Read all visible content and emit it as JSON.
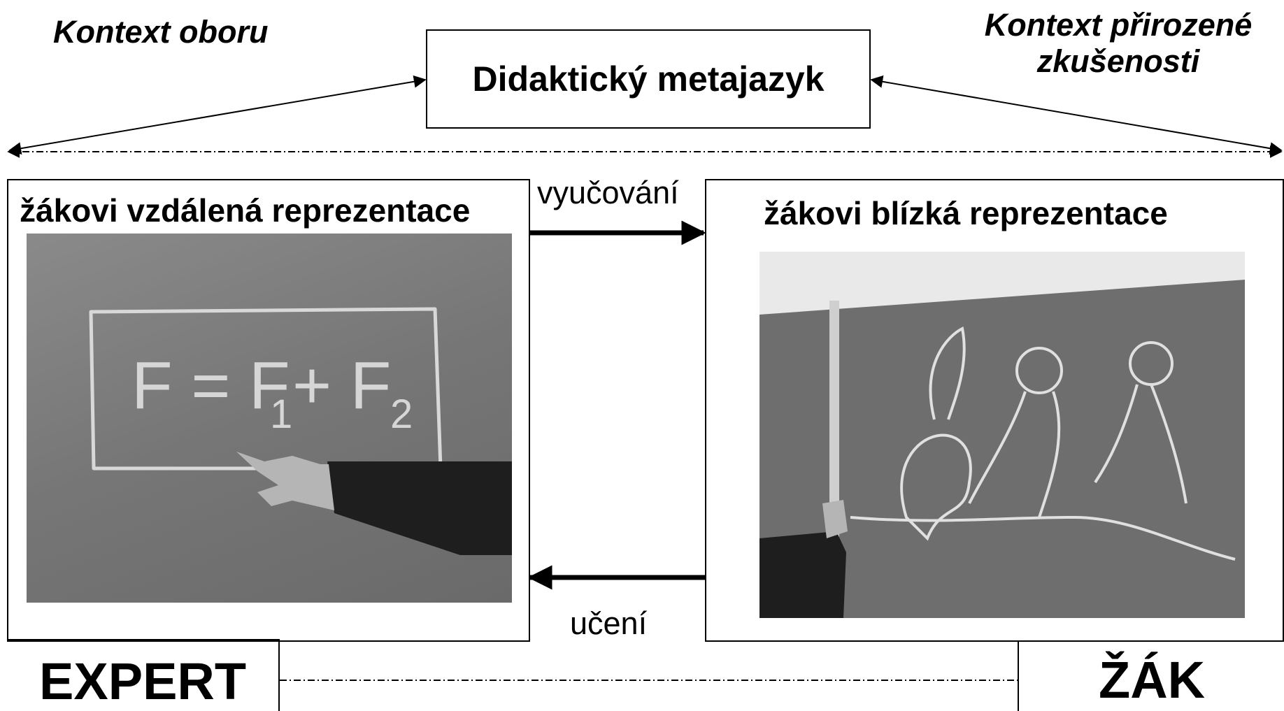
{
  "contexts": {
    "left": "Kontext oboru",
    "right_line1": "Kontext přirozené",
    "right_line2": "zkušenosti"
  },
  "center_box": {
    "label": "Didaktický metajazyk"
  },
  "left_panel": {
    "title": "žákovi vzdálená reprezentace",
    "board": {
      "formula_left": "F = F",
      "sub1": "1",
      "plus": " + F",
      "sub2": "2"
    }
  },
  "right_panel": {
    "title": "žákovi blízká reprezentace"
  },
  "flows": {
    "teaching": "vyučování",
    "learning": "učení"
  },
  "roles": {
    "expert": "EXPERT",
    "student": "ŽÁK"
  }
}
